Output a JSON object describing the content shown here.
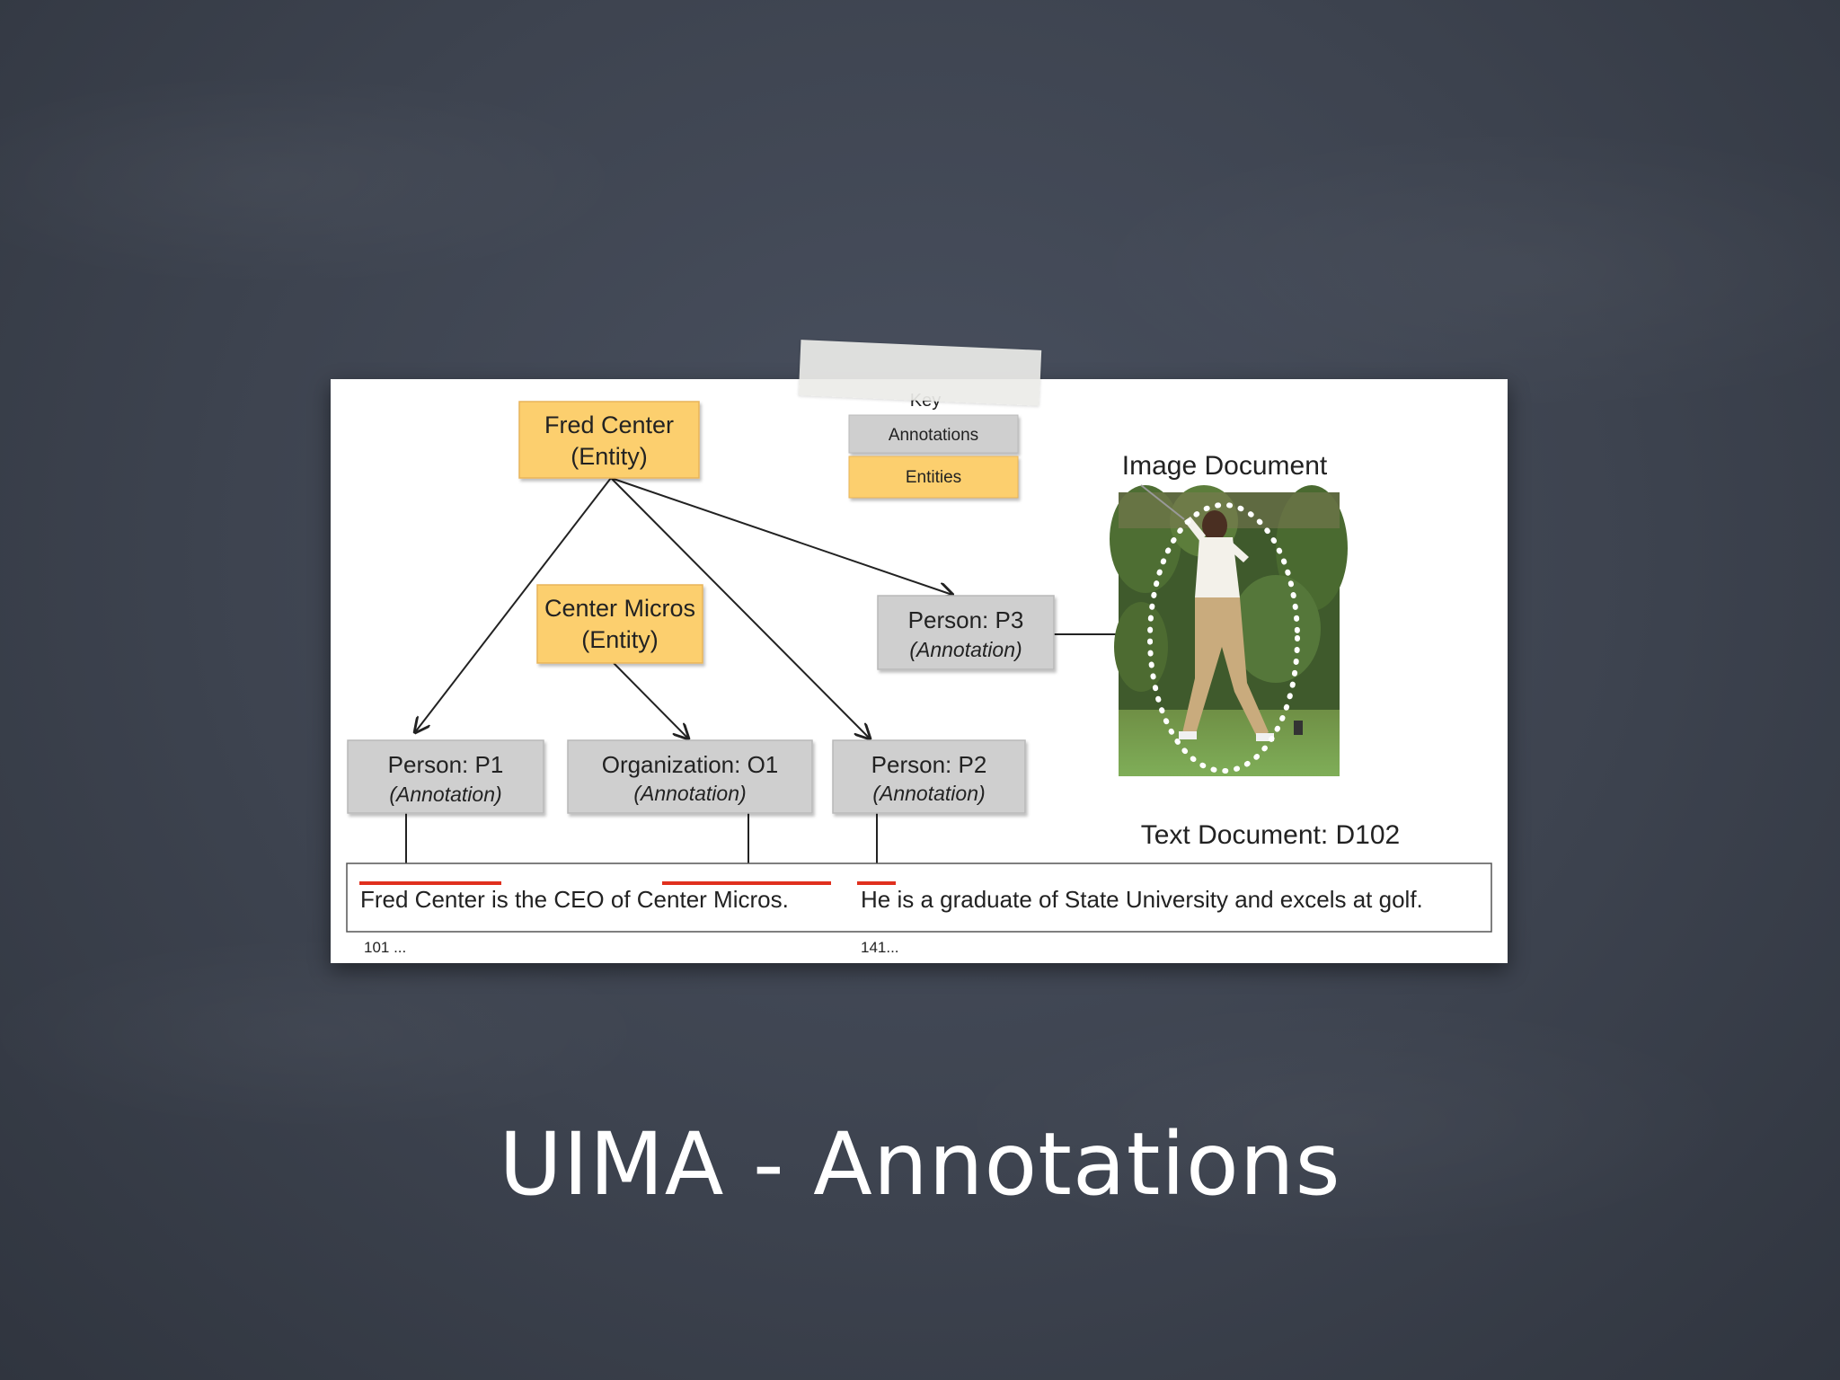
{
  "slide": {
    "title": "UIMA - Annotations"
  },
  "legend": {
    "heading": "Key",
    "annotations_label": "Annotations",
    "entities_label": "Entities"
  },
  "entities": {
    "fred_center": {
      "name": "Fred Center",
      "type": "(Entity)"
    },
    "center_micros": {
      "name": "Center Micros",
      "type": "(Entity)"
    }
  },
  "annotations": {
    "p1": {
      "name": "Person: P1",
      "type": "(Annotation)"
    },
    "o1": {
      "name": "Organization: O1",
      "type": "(Annotation)"
    },
    "p2": {
      "name": "Person: P2",
      "type": "(Annotation)"
    },
    "p3": {
      "name": "Person: P3",
      "type": "(Annotation)"
    }
  },
  "image_document": {
    "label": "Image Document"
  },
  "text_document": {
    "label": "Text Document: D102",
    "sentence1": "Fred Center is the CEO of Center Micros.",
    "sentence2": "He is a graduate of State University and excels at golf.",
    "offset1": "101 ...",
    "offset2": "141..."
  },
  "colors": {
    "entity_fill": "#fccf6e",
    "annotation_fill": "#cfcfcf",
    "underline": "#e0301e",
    "background": "#3f4551"
  }
}
